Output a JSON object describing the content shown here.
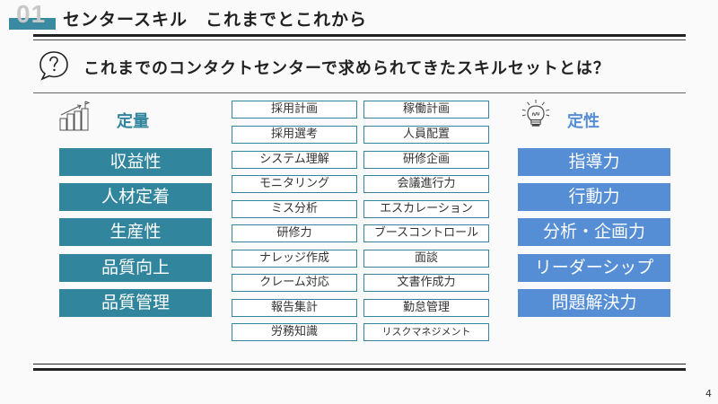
{
  "header": {
    "section_number": "01",
    "title": "センタースキル　これまでとこれから"
  },
  "question": {
    "icon": "question-bubble-icon",
    "text": "これまでのコンタクトセンターで求められてきたスキルセットとは？"
  },
  "quantitative": {
    "icon": "bar-growth-chart-icon",
    "label": "定量",
    "color": "#31859c",
    "items": [
      "収益性",
      "人材定着",
      "生産性",
      "品質向上",
      "品質管理"
    ]
  },
  "qualitative": {
    "icon": "lightbulb-icon",
    "label": "定性",
    "color": "#558ed5",
    "items": [
      "指導力",
      "行動力",
      "分析・企画力",
      "リーダーシップ",
      "問題解決力"
    ]
  },
  "skills": {
    "column_a": [
      "採用計画",
      "採用選考",
      "システム理解",
      "モニタリング",
      "ミス分析",
      "研修力",
      "ナレッジ作成",
      "クレーム対応",
      "報告集計",
      "労務知識"
    ],
    "column_b": [
      "稼働計画",
      "人員配置",
      "研修企画",
      "会議進行力",
      "エスカレーション",
      "ブースコントロール",
      "面談",
      "文書作成力",
      "勤怠管理",
      "リスクマネジメント"
    ]
  },
  "footer": {
    "page_number": "4"
  }
}
